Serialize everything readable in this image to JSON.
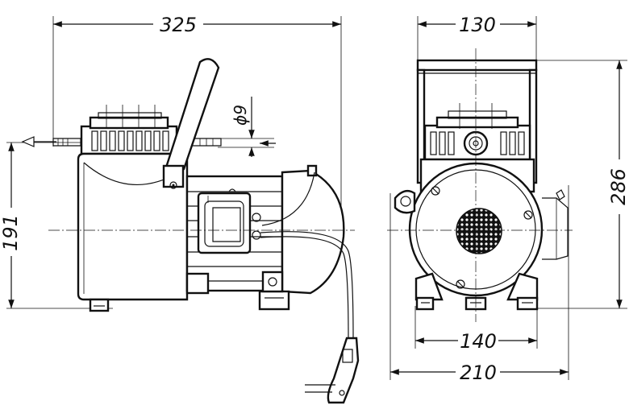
{
  "drawing": {
    "side_view": {
      "overall_length": "325",
      "height": "191",
      "nozzle_diameter": "ϕ9"
    },
    "front_view": {
      "overall_width": "130",
      "overall_height": "286",
      "foot_spacing": "140",
      "total_width": "210"
    }
  }
}
